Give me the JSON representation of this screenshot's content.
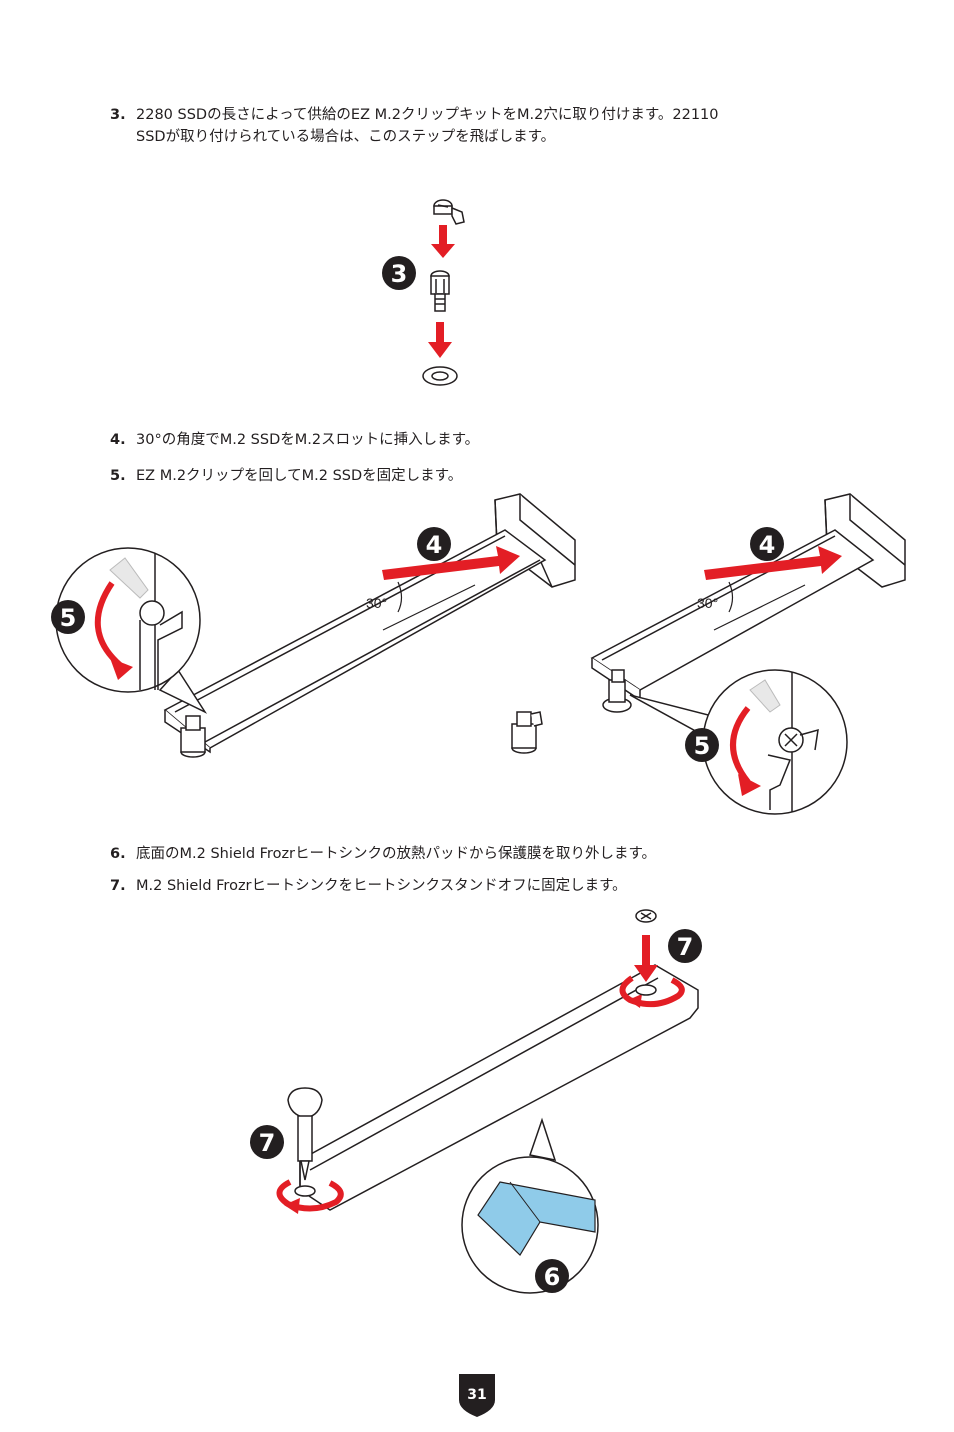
{
  "steps": [
    {
      "number": "3.",
      "text_line1": "2280 SSDの長さによって供給のEZ M.2クリップキットをM.2穴に取り付けます。22110",
      "text_line2": "SSDが取り付けられている場合は、このステップを飛ばします。"
    },
    {
      "number": "4.",
      "text": "30°の角度でM.2 SSDをM.2スロットに挿入します。"
    },
    {
      "number": "5.",
      "text": "EZ M.2クリップを回してM.2 SSDを固定します。"
    },
    {
      "number": "6.",
      "text": "底面のM.2 Shield Frozrヒートシンクの放熱パッドから保護膜を取り外します。"
    },
    {
      "number": "7.",
      "text": "M.2 Shield Frozrヒートシンクをヒートシンクスタンドオフに固定します。"
    }
  ],
  "figure1": {
    "badge": "3"
  },
  "figure2": {
    "badge_insert_left": "4",
    "badge_insert_right": "4",
    "badge_rotate_left": "5",
    "badge_rotate_right": "5",
    "angle_left": "30°",
    "angle_right": "30°"
  },
  "figure3": {
    "badge_screw_right": "7",
    "badge_screw_left": "7",
    "badge_film": "6"
  },
  "page_number": "31",
  "colors": {
    "accent_red": "#e31e25",
    "pad_blue": "#8fcbe9",
    "ink": "#231f20"
  }
}
